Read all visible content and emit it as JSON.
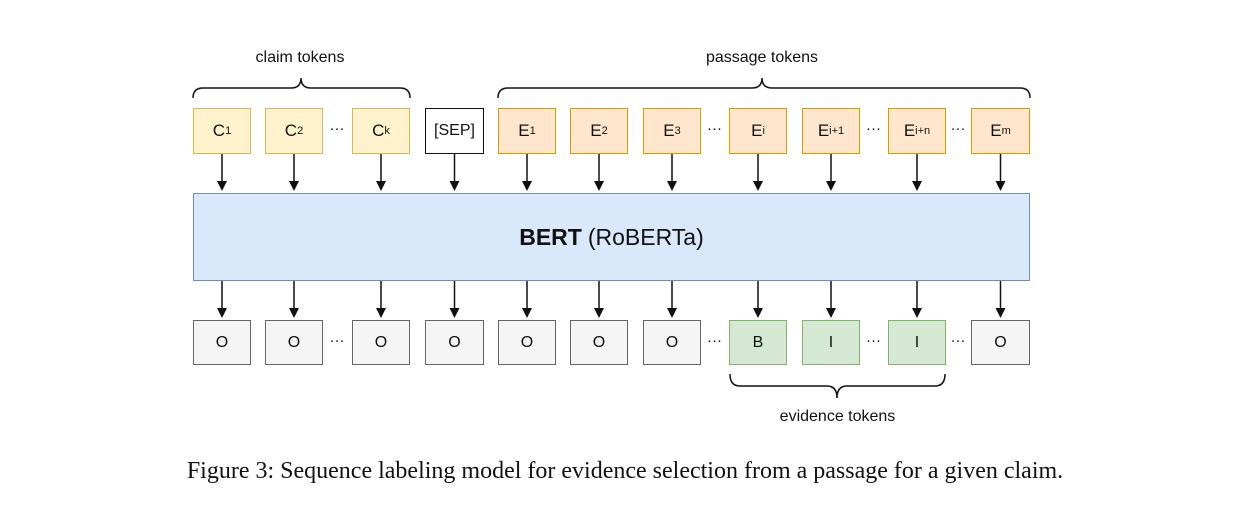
{
  "labels": {
    "claim_tokens": "claim tokens",
    "passage_tokens": "passage tokens",
    "evidence_tokens": "evidence tokens",
    "ellipsis": "···"
  },
  "input_tokens": [
    {
      "base": "C",
      "sub": "1",
      "kind": "claim"
    },
    {
      "base": "C",
      "sub": "2",
      "kind": "claim"
    },
    {
      "base": "C",
      "sub": "k",
      "kind": "claim"
    },
    {
      "base": "[SEP]",
      "sub": "",
      "kind": "sep"
    },
    {
      "base": "E",
      "sub": "1",
      "kind": "passage"
    },
    {
      "base": "E",
      "sub": "2",
      "kind": "passage"
    },
    {
      "base": "E",
      "sub": "3",
      "kind": "passage"
    },
    {
      "base": "E",
      "sub": "i",
      "kind": "passage"
    },
    {
      "base": "E",
      "sub": "i+1",
      "kind": "passage"
    },
    {
      "base": "E",
      "sub": "i+n",
      "kind": "passage"
    },
    {
      "base": "E",
      "sub": "m",
      "kind": "passage"
    }
  ],
  "model": {
    "bold": "BERT",
    "normal": "(RoBERTa)"
  },
  "output_labels": [
    {
      "text": "O",
      "kind": "o"
    },
    {
      "text": "O",
      "kind": "o"
    },
    {
      "text": "O",
      "kind": "o"
    },
    {
      "text": "O",
      "kind": "o"
    },
    {
      "text": "O",
      "kind": "o"
    },
    {
      "text": "O",
      "kind": "o"
    },
    {
      "text": "O",
      "kind": "o"
    },
    {
      "text": "B",
      "kind": "evidence"
    },
    {
      "text": "I",
      "kind": "evidence"
    },
    {
      "text": "I",
      "kind": "evidence"
    },
    {
      "text": "O",
      "kind": "o"
    }
  ],
  "caption": "Figure 3: Sequence labeling model for evidence selection from a passage for a given claim.",
  "colors": {
    "claim_fill": "#fff2cc",
    "passage_fill": "#ffe6cc",
    "bert_fill": "#dae8fc",
    "evidence_fill": "#d5e8d4",
    "other_fill": "#f5f5f5"
  }
}
